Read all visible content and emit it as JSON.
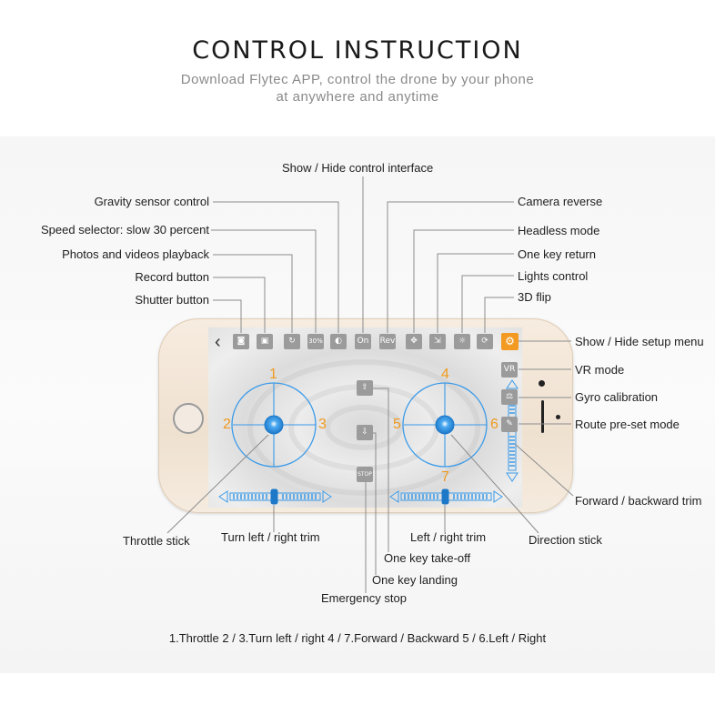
{
  "header": {
    "title": "CONTROL INSTRUCTION",
    "subtitle_line1": "Download Flytec APP, control the drone by your phone",
    "subtitle_line2": "at anywhere and anytime"
  },
  "labels": {
    "show_hide_control": "Show / Hide control interface",
    "gravity_sensor": "Gravity sensor control",
    "camera_reverse": "Camera reverse",
    "speed_selector": "Speed  selector:  slow  30  percent",
    "headless_mode": "Headless mode",
    "photos_videos_playback": "Photos and videos playback",
    "one_key_return": "One key return",
    "record_button": "Record button",
    "lights_control": "Lights control",
    "shutter_button": "Shutter button",
    "flip_3d": "3D flip",
    "show_hide_setup": "Show / Hide setup menu",
    "vr_mode": "VR mode",
    "gyro_calibration": "Gyro  calibration",
    "route_preset": "Route pre-set mode",
    "forward_backward_trim": "Forward / backward trim",
    "throttle_stick": "Throttle stick",
    "turn_trim": "Turn left / right trim",
    "left_right_trim": "Left / right trim",
    "direction_stick": "Direction stick",
    "one_key_takeoff": "One key take-off",
    "one_key_landing": "One key landing",
    "emergency_stop": "Emergency stop"
  },
  "toolbar": {
    "speed_label": "30%",
    "on_label": "On",
    "rev_label": "Rev",
    "vr_label": "VR",
    "stop_label": "STOP"
  },
  "stick_numbers": {
    "n1": "1",
    "n2": "2",
    "n3": "3",
    "n4": "4",
    "n5": "5",
    "n6": "6",
    "n7": "7"
  },
  "legend": "1.Throttle   2 / 3.Turn left / right  4 / 7.Forward / Backward  5 / 6.Left / Right",
  "colors": {
    "accent_blue": "#3a9ae8",
    "stick_orange": "#f09a1f",
    "icon_gray": "#9b9b9b",
    "setup_orange": "#f29a22"
  }
}
